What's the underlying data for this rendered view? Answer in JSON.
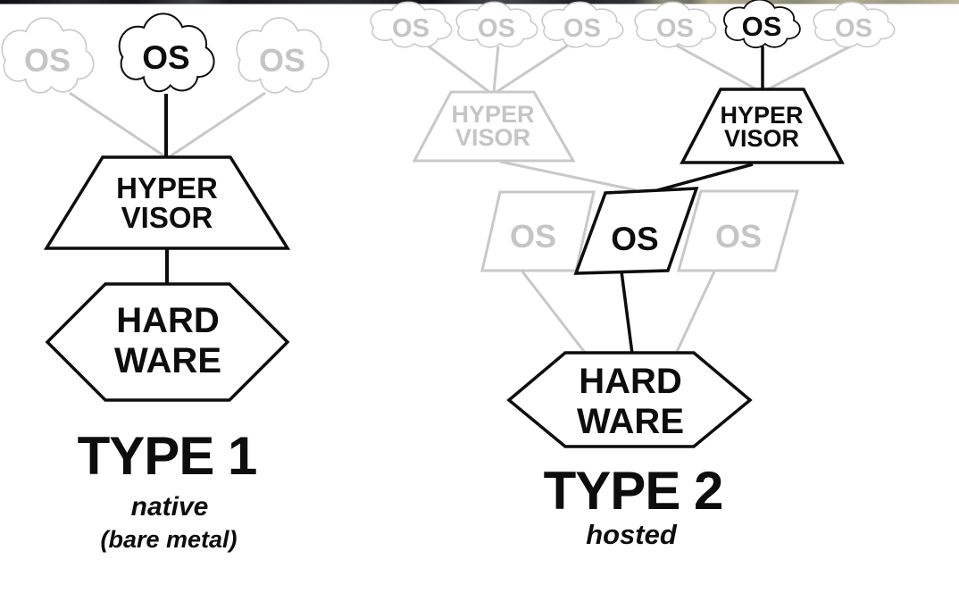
{
  "colors": {
    "active": "#0d0d0d",
    "inactive": "#c8c8c8",
    "inactive_text": "#c5c5c5",
    "background": "#ffffff"
  },
  "type1": {
    "clouds": [
      {
        "label": "OS",
        "state": "inactive"
      },
      {
        "label": "OS",
        "state": "active"
      },
      {
        "label": "OS",
        "state": "inactive"
      }
    ],
    "hypervisor": {
      "line1": "HYPER",
      "line2": "VISOR"
    },
    "hardware": {
      "line1": "HARD",
      "line2": "WARE"
    },
    "title": "TYPE 1",
    "subtitle": "native",
    "subtitle2": "(bare metal)"
  },
  "type2": {
    "clouds": [
      {
        "label": "OS",
        "state": "inactive"
      },
      {
        "label": "OS",
        "state": "inactive"
      },
      {
        "label": "OS",
        "state": "inactive"
      },
      {
        "label": "OS",
        "state": "inactive"
      },
      {
        "label": "OS",
        "state": "active"
      },
      {
        "label": "OS",
        "state": "inactive"
      }
    ],
    "hypervisor_inactive": {
      "line1": "HYPER",
      "line2": "VISOR"
    },
    "hypervisor_active": {
      "line1": "HYPER",
      "line2": "VISOR"
    },
    "host_os": [
      {
        "label": "OS",
        "state": "inactive"
      },
      {
        "label": "OS",
        "state": "active"
      },
      {
        "label": "OS",
        "state": "inactive"
      }
    ],
    "hardware": {
      "line1": "HARD",
      "line2": "WARE"
    },
    "title": "TYPE 2",
    "subtitle": "hosted"
  }
}
